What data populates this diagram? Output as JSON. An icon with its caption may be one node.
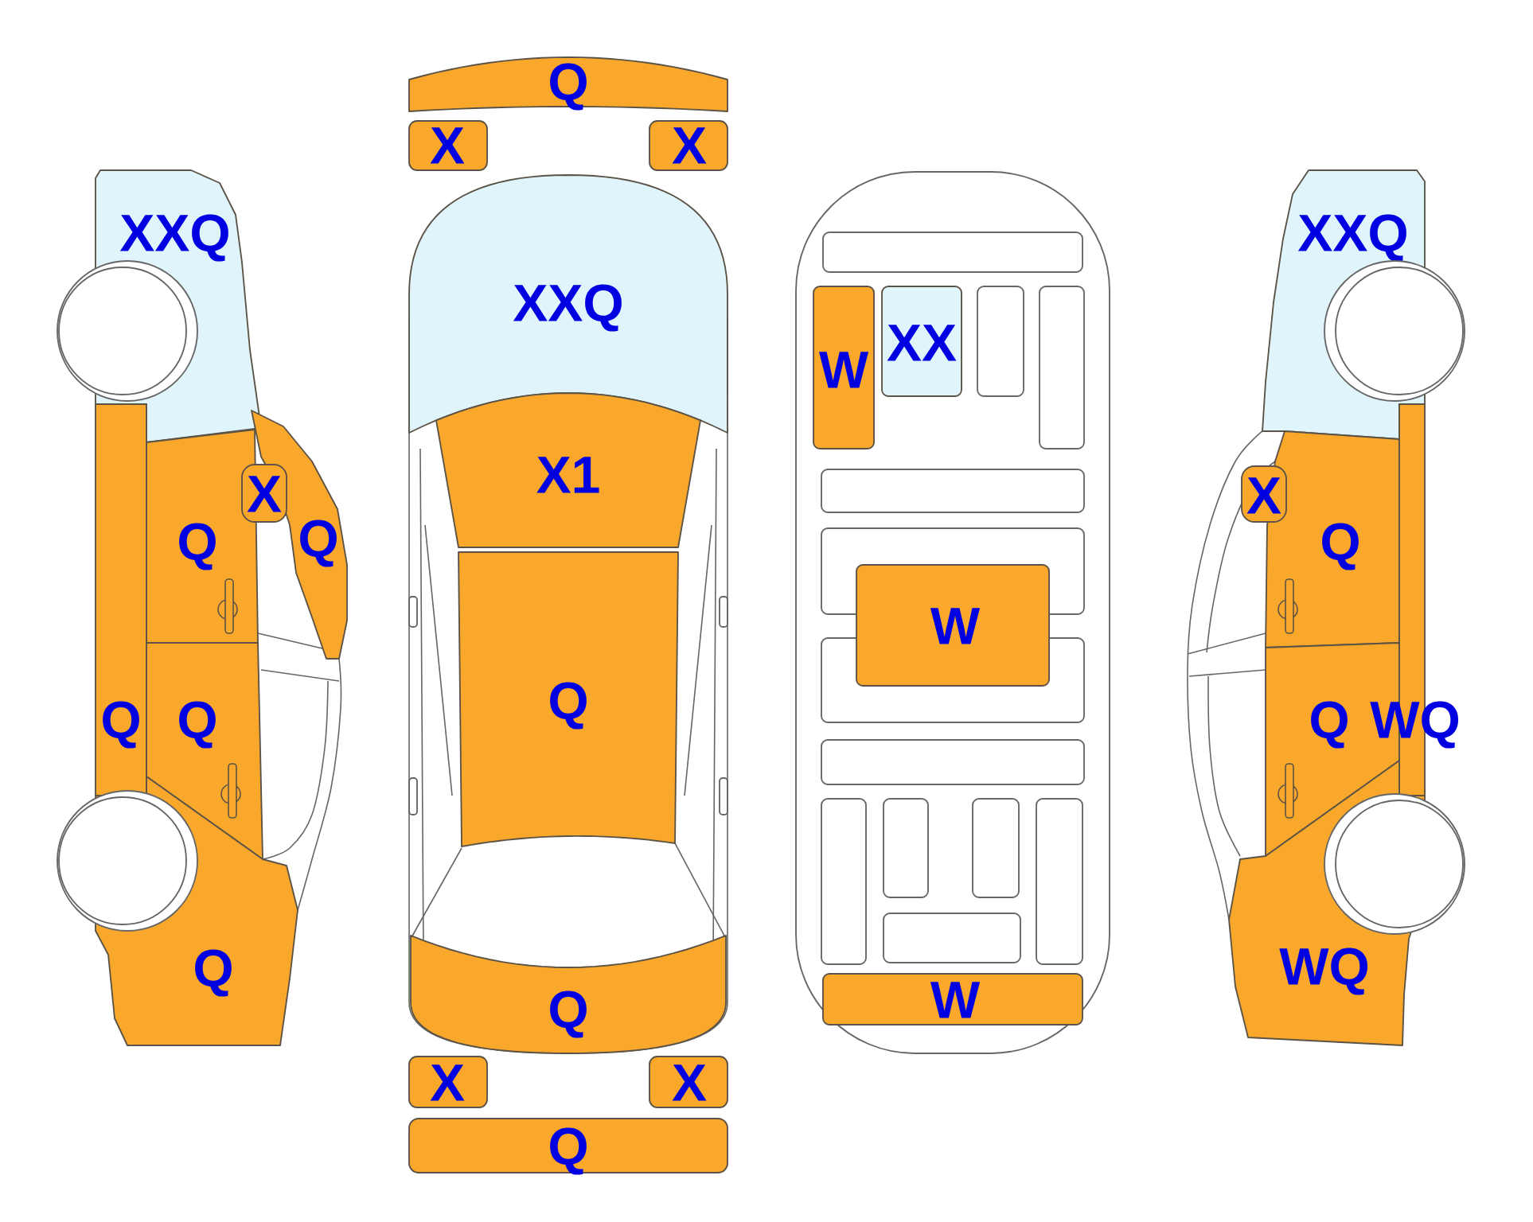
{
  "diagram": {
    "nodes": [
      {
        "text": [
          "XXQ"
        ]
      },
      {
        "text": [
          "X"
        ]
      },
      {
        "text": [
          "Q"
        ]
      },
      {
        "text": [
          "Q"
        ]
      },
      {
        "text": [
          "Q"
        ]
      },
      {
        "text": [
          "Q"
        ]
      },
      {
        "text": [
          "Q"
        ]
      },
      {
        "text": [
          "Q"
        ]
      },
      {
        "text": [
          "X"
        ]
      },
      {
        "text": [
          "X"
        ]
      },
      {
        "text": [
          "XXQ"
        ]
      },
      {
        "text": [
          "X1"
        ]
      },
      {
        "text": [
          "Q"
        ]
      },
      {
        "text": [
          "Q"
        ]
      },
      {
        "text": [
          "X"
        ]
      },
      {
        "text": [
          "X"
        ]
      },
      {
        "text": [
          "Q"
        ]
      },
      {
        "text": [
          "W"
        ]
      },
      {
        "text": [
          "XX"
        ]
      },
      {
        "text": [
          "W"
        ]
      },
      {
        "text": [
          "W"
        ]
      },
      {
        "text": [
          "XXQ"
        ]
      },
      {
        "text": [
          "X"
        ]
      },
      {
        "text": [
          "Q"
        ]
      },
      {
        "text": [
          "Q"
        ]
      },
      {
        "text": [
          "WQ"
        ]
      },
      {
        "text": [
          "WQ"
        ]
      }
    ]
  }
}
